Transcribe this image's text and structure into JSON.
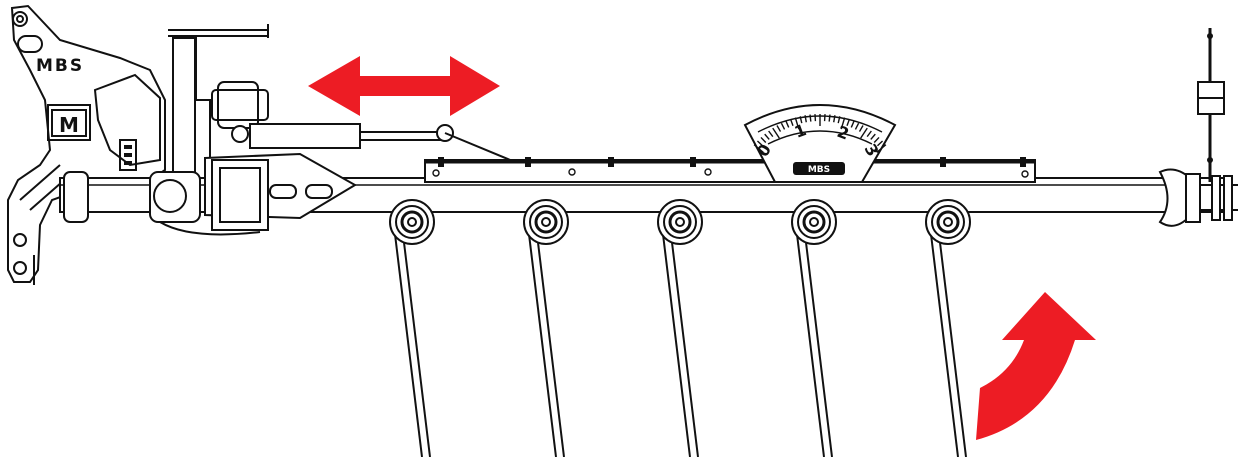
{
  "frame": {
    "brand_text": "MBS",
    "logo_letter": "M"
  },
  "gauge": {
    "scale_labels": [
      "0",
      "1",
      "2",
      "3"
    ],
    "plate_text": "MBS"
  },
  "arrows": {
    "horizontal_color": "#ed1c24",
    "rotate_color": "#ed1c24"
  },
  "colors": {
    "ink": "#111111",
    "background": "#ffffff"
  },
  "tines": {
    "count": 5
  }
}
